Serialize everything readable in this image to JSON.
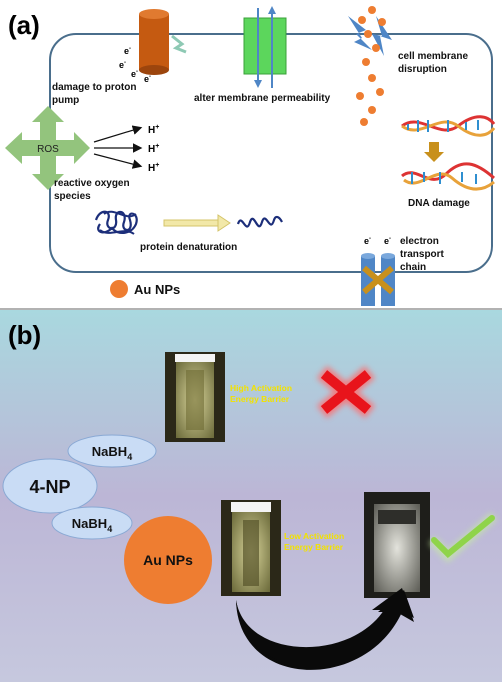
{
  "panel_a": {
    "letter": "(a)",
    "electron": "e",
    "electron_sign": "-",
    "proton": "H",
    "proton_sign": "+",
    "labels": {
      "proton_pump": [
        "damage to proton",
        "pump"
      ],
      "permeability": "alter membrane permeability",
      "membrane": [
        "cell membrane",
        "disruption"
      ],
      "ros_center": "ROS",
      "ros": [
        "reactive oxygen",
        "species"
      ],
      "dna": "DNA damage",
      "protein": "protein denaturation",
      "etc": [
        "electron",
        "transport",
        "chain"
      ],
      "legend": "Au NPs"
    },
    "colors": {
      "au_np": "#ee7d31",
      "cell_outline": "#4a6e8c",
      "ros": "#93c47d",
      "membrane_channel": "#5cd65c",
      "pump": "#c55a11",
      "etc": "#4f86c6"
    }
  },
  "panel_b": {
    "letter": "(b)",
    "nodes": {
      "nabh4_top": "NaBH",
      "nabh4_bottom": "NaBH",
      "nabh4_sub": "4",
      "four_np": "4-NP",
      "au_nps": "Au NPs"
    },
    "labels": {
      "high": [
        "High Activation",
        "Energy Barrier"
      ],
      "low": [
        "Low Activation",
        "Energy Barrier"
      ]
    },
    "colors": {
      "au_np": "#ee7d31",
      "nodes": "#c9dcf5",
      "cross": "#e8141b",
      "check": "#8fd44a"
    }
  }
}
